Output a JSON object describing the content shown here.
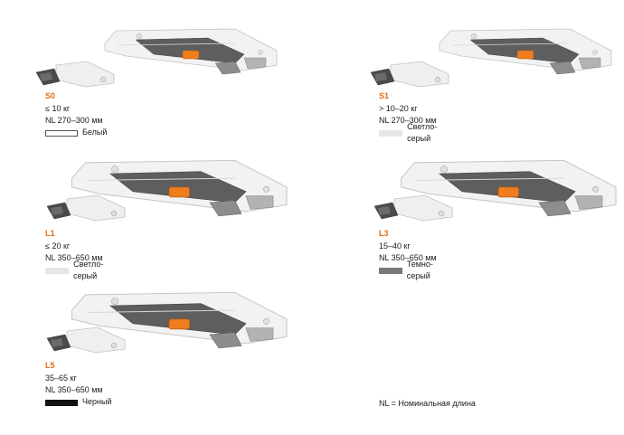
{
  "colors": {
    "accent": "#e06a12",
    "white_swatch": "#ffffff",
    "light_gray_swatch": "#e6e6e6",
    "dark_gray_swatch": "#7a7a7a",
    "black_swatch": "#111111"
  },
  "products": [
    {
      "code": "S0",
      "load": "≤ 10 кг",
      "nl": "NL 270–300 мм",
      "color_label": "Белый",
      "swatch": "white"
    },
    {
      "code": "S1",
      "load": "> 10–20 кг",
      "nl": "NL 270–300 мм",
      "color_label": "Светло-серый",
      "swatch": "light"
    },
    {
      "code": "L1",
      "load": "≤ 20 кг",
      "nl": "NL 350–650 мм",
      "color_label": "Светло-серый",
      "swatch": "light"
    },
    {
      "code": "L3",
      "load": "15–40 кг",
      "nl": "NL 350–650 мм",
      "color_label": "Темно-серый",
      "swatch": "dark"
    },
    {
      "code": "L5",
      "load": "35–65 кг",
      "nl": "NL 350–650 мм",
      "color_label": "Черный",
      "swatch": "black"
    }
  ],
  "footnote": "NL = Номинальная длина"
}
